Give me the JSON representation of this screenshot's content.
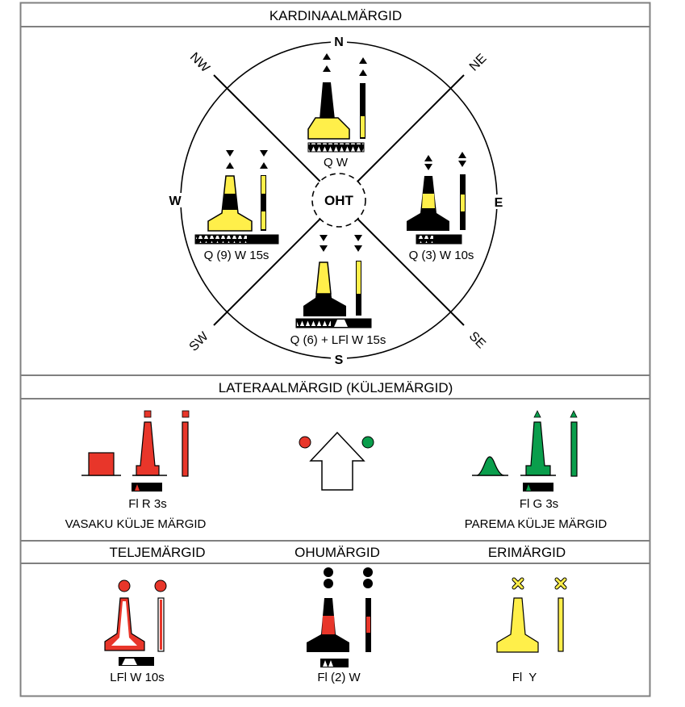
{
  "sections": {
    "cardinal": "KARDINAALMÄRGID",
    "lateral": "LATERAALMÄRGID (KÜLJEMÄRGID)",
    "safe_water": "TELJEMÄRGID",
    "danger": "OHUMÄRGID",
    "special": "ERIMÄRGID"
  },
  "compass": {
    "n": "N",
    "s": "S",
    "e": "E",
    "w": "W",
    "ne": "NE",
    "nw": "NW",
    "se": "SE",
    "sw": "SW",
    "center": "OHT"
  },
  "lights": {
    "north": "Q W",
    "east": "Q (3) W 10s",
    "south": "Q (6) + LFl W 15s",
    "west": "Q (9) W 15s",
    "port": "Fl R 3s",
    "starboard": "Fl G 3s",
    "safe_water": "LFl W 10s",
    "danger": "Fl (2) W",
    "special": "Fl  Y"
  },
  "captions": {
    "port": "VASAKU  KÜLJE  MÄRGID",
    "starboard": "PAREMA  KÜLJE  MÄRGID"
  },
  "colors": {
    "yellow": "#ffef4a",
    "black": "#000000",
    "red": "#e8362a",
    "green": "#0a9e4c",
    "frame": "#808080"
  }
}
